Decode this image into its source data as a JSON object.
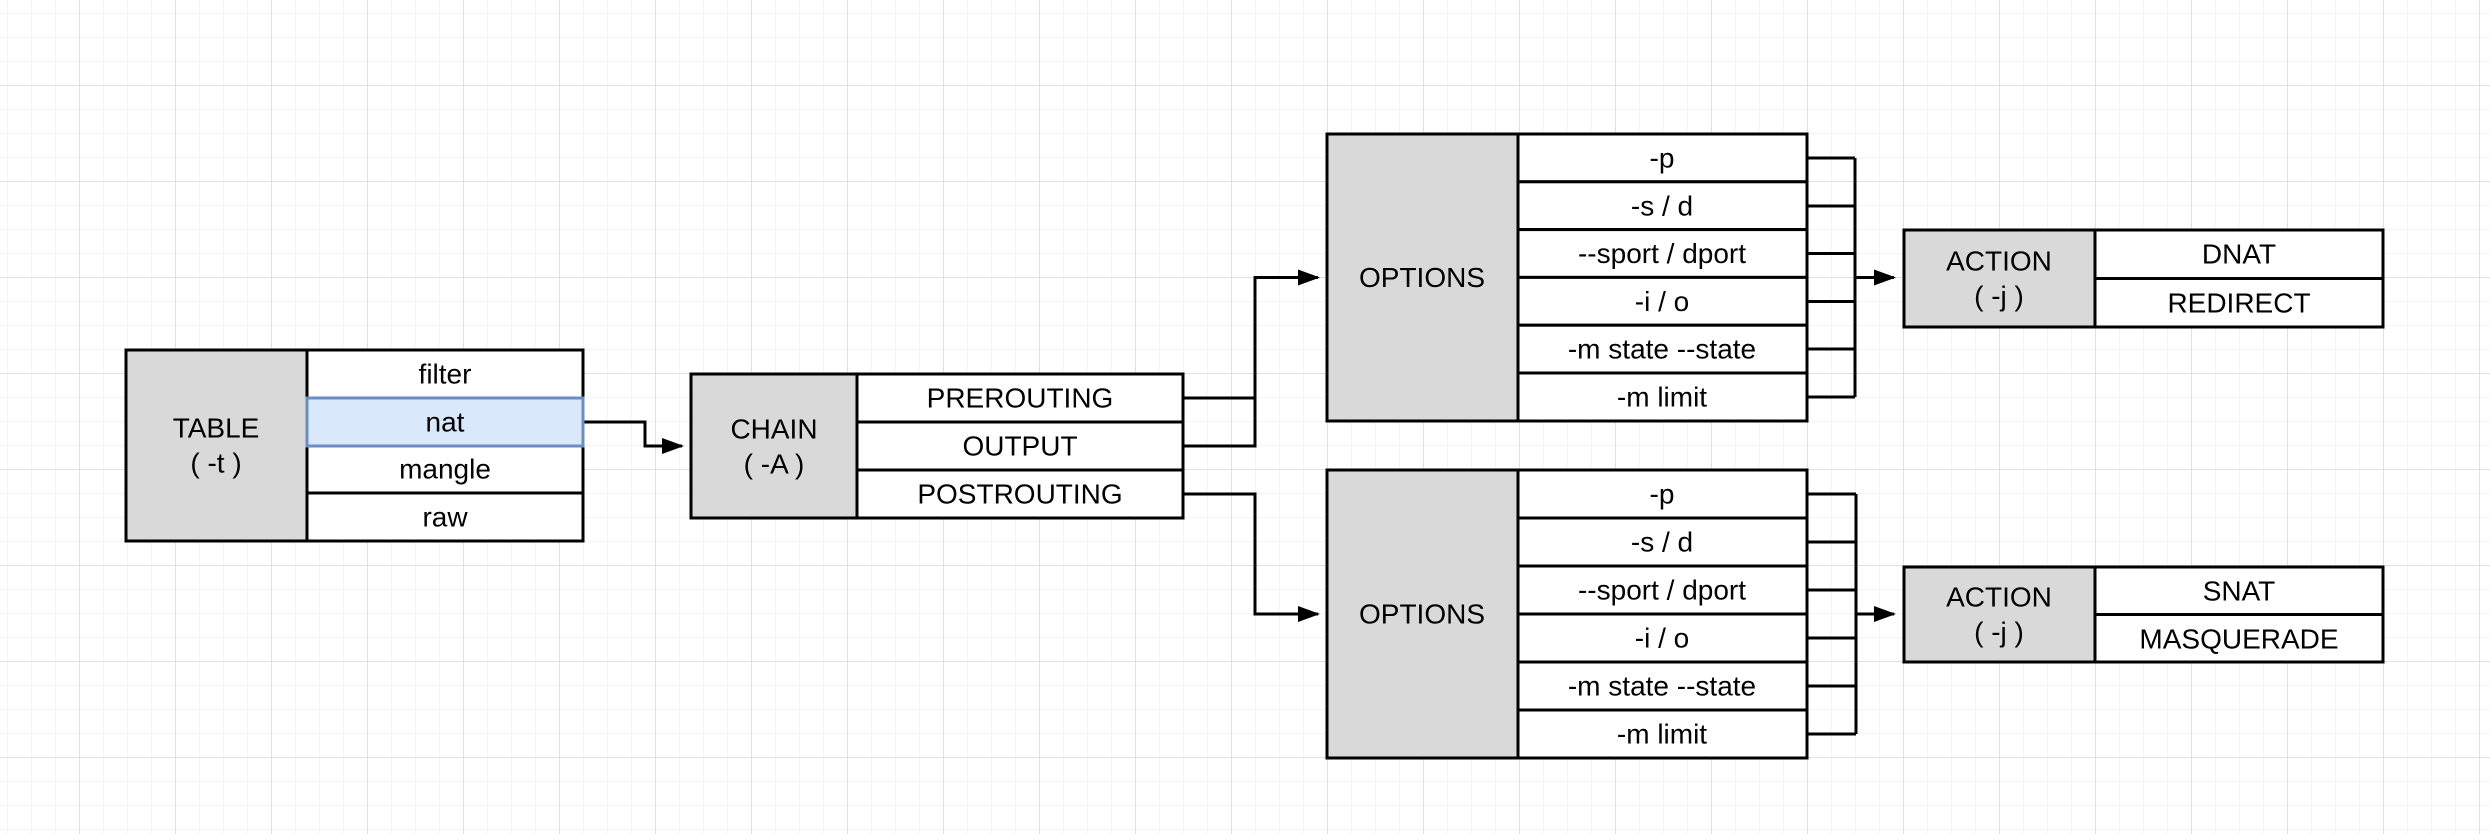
{
  "canvas": {
    "background": "#ffffff",
    "grid_minor_color": "#f4f4f4",
    "grid_major_color": "#e0e0e0"
  },
  "colors": {
    "node_header_fill": "#d9d9d9",
    "node_row_fill": "#ffffff",
    "node_stroke": "#000000",
    "highlight_fill": "#dae8fc",
    "highlight_stroke": "#6c8ebf"
  },
  "table_box": {
    "title_line1": "TABLE",
    "title_line2": "( -t )",
    "rows": [
      "filter",
      "nat",
      "mangle",
      "raw"
    ],
    "highlighted_row": "nat"
  },
  "chain_box": {
    "title_line1": "CHAIN",
    "title_line2": "( -A )",
    "rows": [
      "PREROUTING",
      "OUTPUT",
      "POSTROUTING"
    ]
  },
  "options_top": {
    "title": "OPTIONS",
    "rows": [
      "-p",
      "-s / d",
      "--sport / dport",
      "-i / o",
      "-m state --state",
      "-m limit"
    ]
  },
  "options_bottom": {
    "title": "OPTIONS",
    "rows": [
      "-p",
      "-s / d",
      "--sport / dport",
      "-i / o",
      "-m state --state",
      "-m limit"
    ]
  },
  "action_top": {
    "title_line1": "ACTION",
    "title_line2": "( -j )",
    "rows": [
      "DNAT",
      "REDIRECT"
    ]
  },
  "action_bottom": {
    "title_line1": "ACTION",
    "title_line2": "( -j )",
    "rows": [
      "SNAT",
      "MASQUERADE"
    ]
  },
  "connections": [
    {
      "from": "nat",
      "to": "CHAIN"
    },
    {
      "from": "PREROUTING",
      "to": "OPTIONS (top)"
    },
    {
      "from": "OUTPUT",
      "to": "OPTIONS (top)"
    },
    {
      "from": "POSTROUTING",
      "to": "OPTIONS (bottom)"
    },
    {
      "from": "OPTIONS (top)",
      "to": "ACTION DNAT/REDIRECT"
    },
    {
      "from": "OPTIONS (bottom)",
      "to": "ACTION SNAT/MASQUERADE"
    }
  ]
}
